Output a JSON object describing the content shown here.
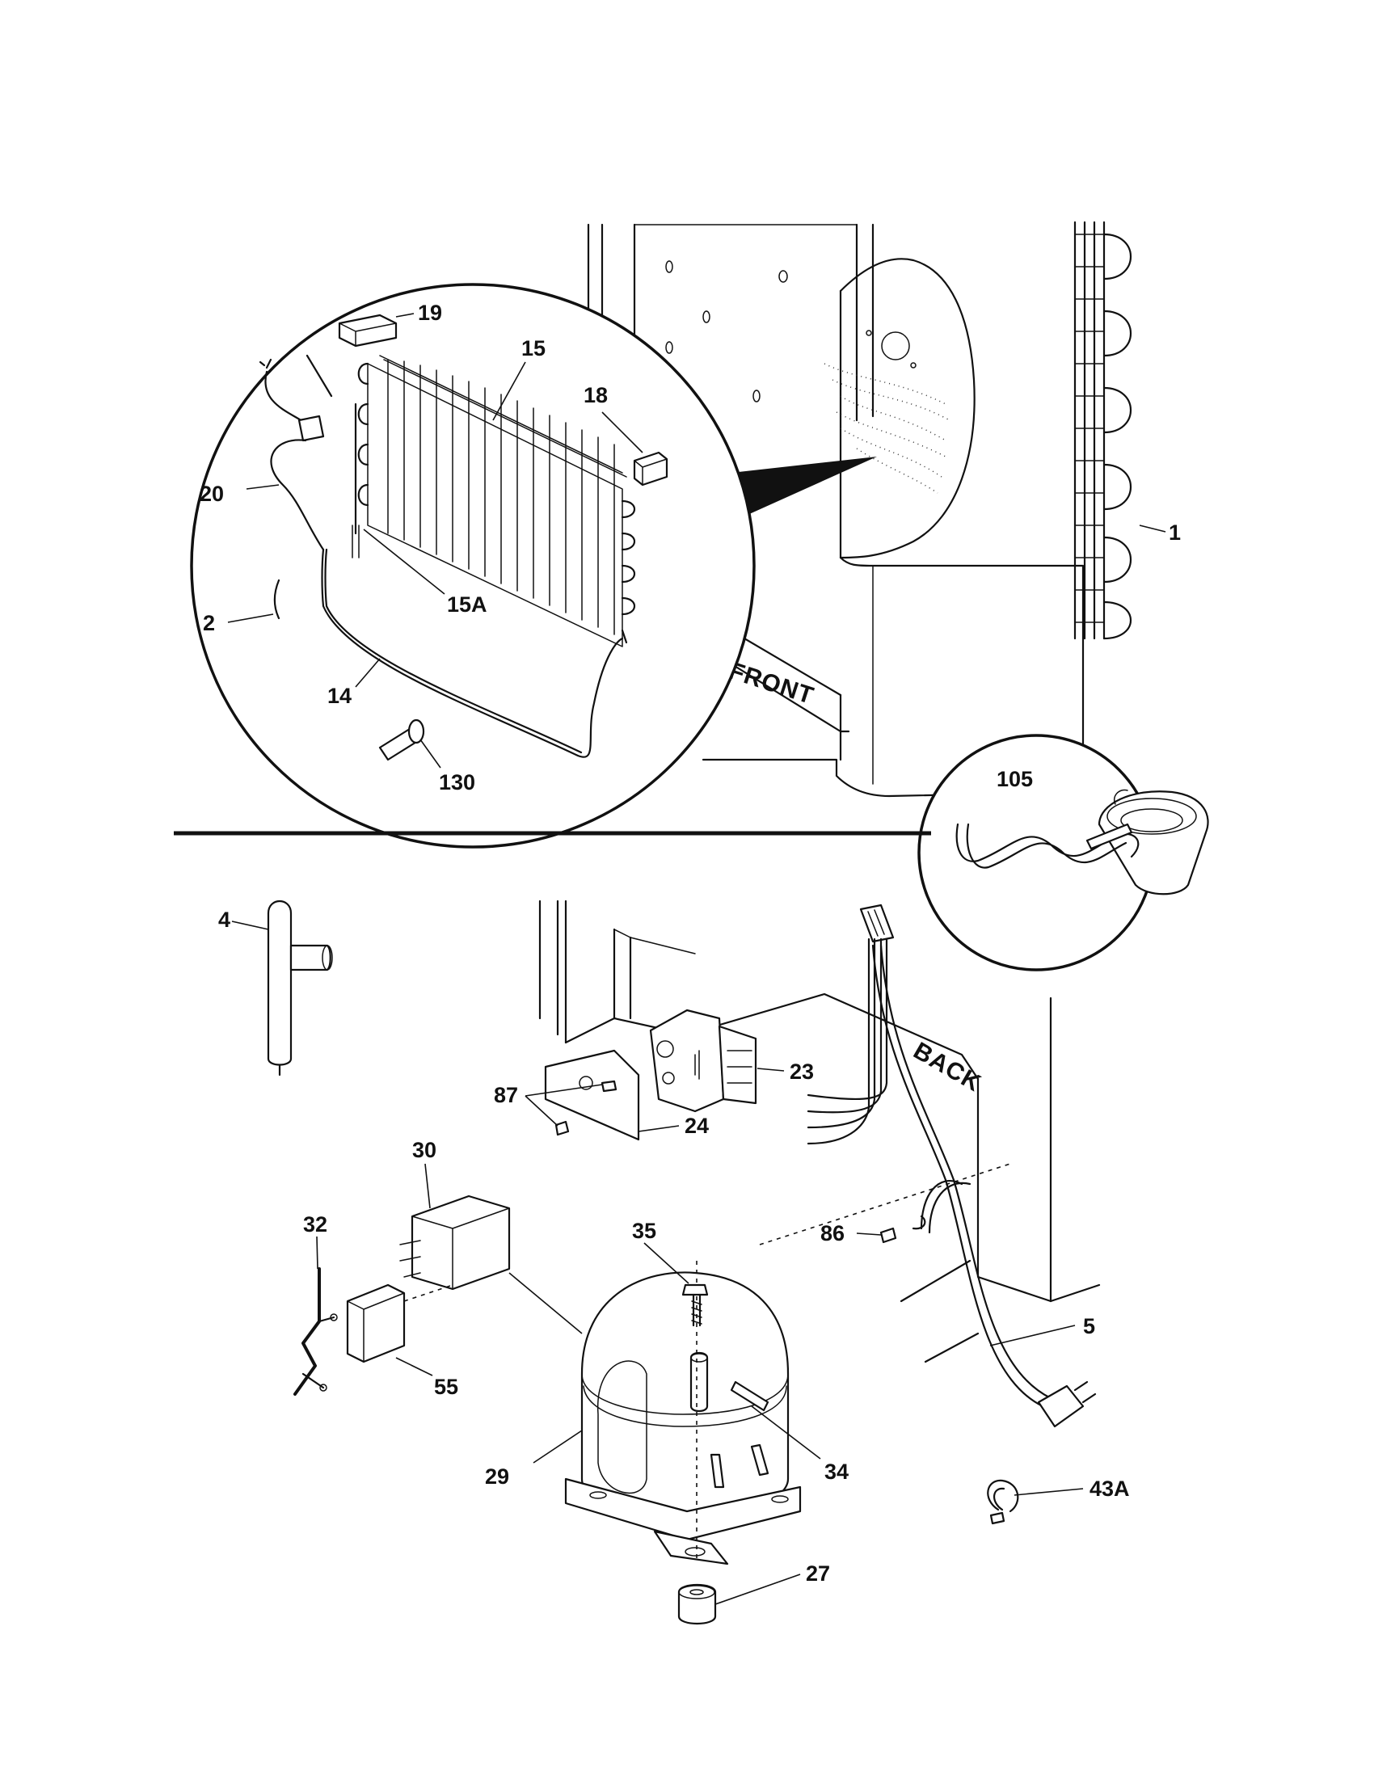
{
  "labels": {
    "p1": "1",
    "p2": "2",
    "p4": "4",
    "p5": "5",
    "p14": "14",
    "p15": "15",
    "p15a": "15A",
    "p18": "18",
    "p19": "19",
    "p20": "20",
    "p23": "23",
    "p24": "24",
    "p27": "27",
    "p29": "29",
    "p30": "30",
    "p32": "32",
    "p34": "34",
    "p35": "35",
    "p43a": "43A",
    "p55": "55",
    "p86": "86",
    "p87": "87",
    "p105": "105",
    "p130": "130"
  },
  "orientation": {
    "front": "FRONT",
    "back": "BACK"
  }
}
